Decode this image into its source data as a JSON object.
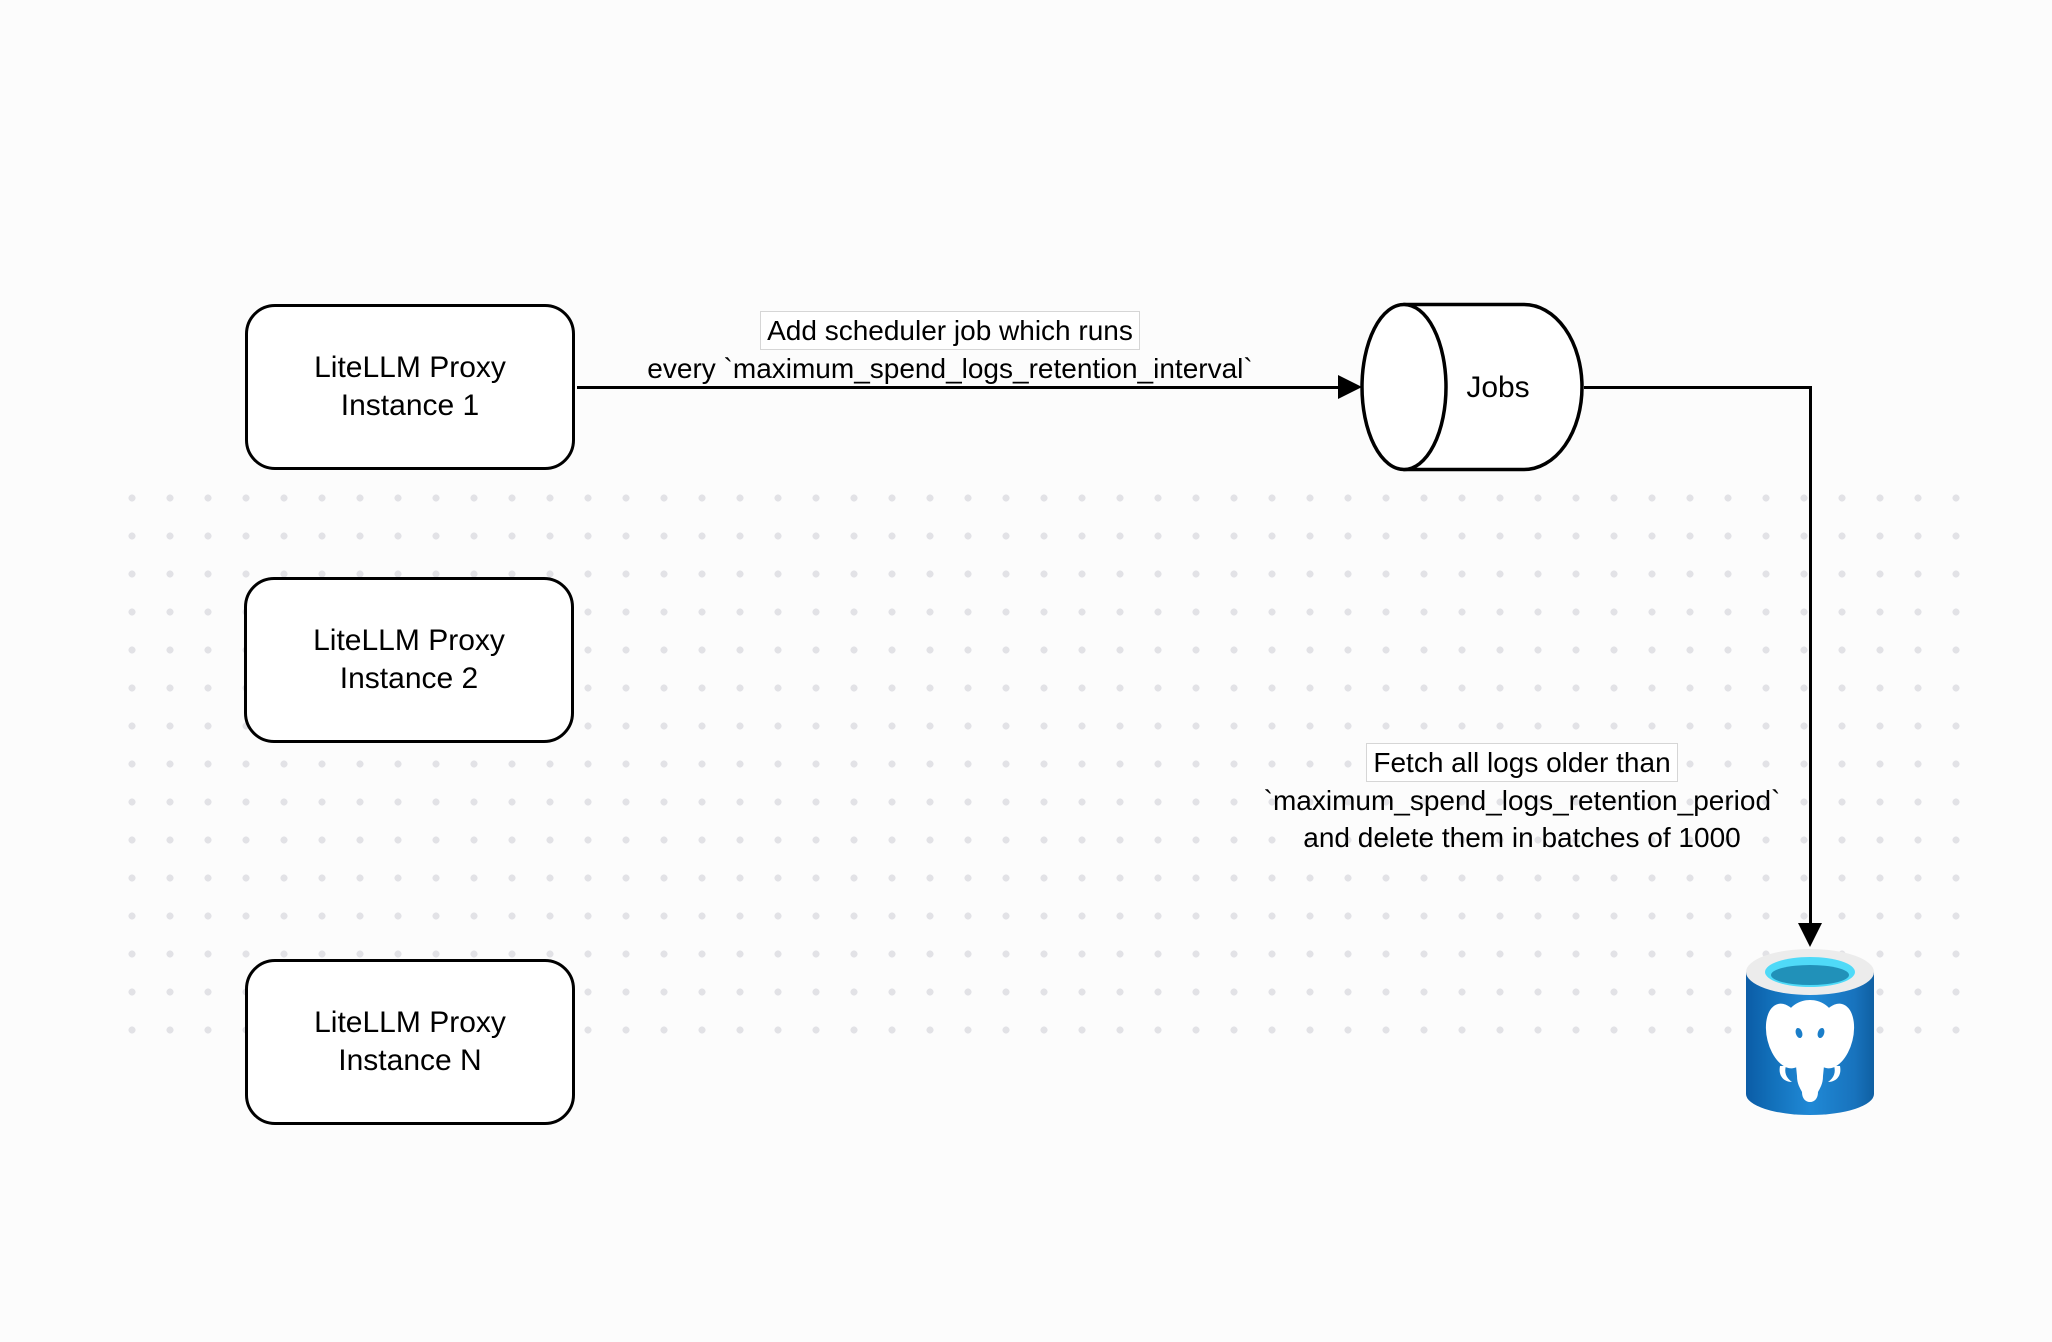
{
  "nodes": {
    "instance1": {
      "line1": "LiteLLM Proxy",
      "line2": "Instance 1"
    },
    "instance2": {
      "line1": "LiteLLM Proxy",
      "line2": "Instance 2"
    },
    "instanceN": {
      "line1": "LiteLLM Proxy",
      "line2": "Instance N"
    },
    "jobs": {
      "label": "Jobs"
    },
    "postgres": {
      "icon": "postgresql-database-icon"
    }
  },
  "edges": {
    "scheduler": {
      "line1": "Add scheduler job which runs",
      "line2": "every `maximum_spend_logs_retention_interval`"
    },
    "fetch": {
      "line1": "Fetch all logs older than",
      "line2": "`maximum_spend_logs_retention_period`",
      "line3": "and delete them in batches of 1000"
    }
  },
  "colors": {
    "stroke": "#000000",
    "background": "#fcfcfc",
    "grid_dot": "#e2e2e6",
    "label_background": "#ffffff",
    "postgres_body_blue": "#1b7ec9",
    "postgres_body_dark": "#0b5ca6",
    "postgres_rim": "#ececec",
    "postgres_cyan": "#4fdaf8",
    "postgres_liquid": "#2191b9"
  }
}
